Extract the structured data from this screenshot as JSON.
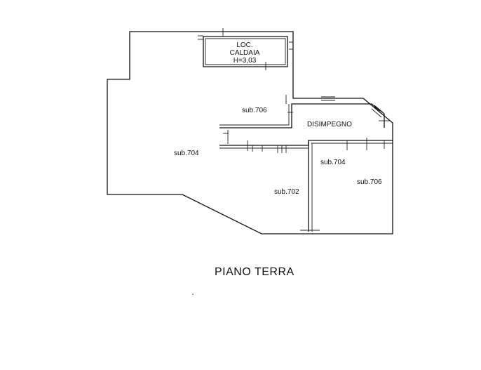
{
  "plan": {
    "title": "PIANO TERRA",
    "rooms": {
      "boiler_room": [
        "LOC.",
        "CALDAIA",
        "H=3,03"
      ],
      "sub706_top": "sub.706",
      "corridor": "DISIMPEGNO",
      "sub704_left": "sub.704",
      "sub702": "sub.702",
      "sub704_right": "sub.704",
      "sub706_right": "sub.706"
    }
  }
}
